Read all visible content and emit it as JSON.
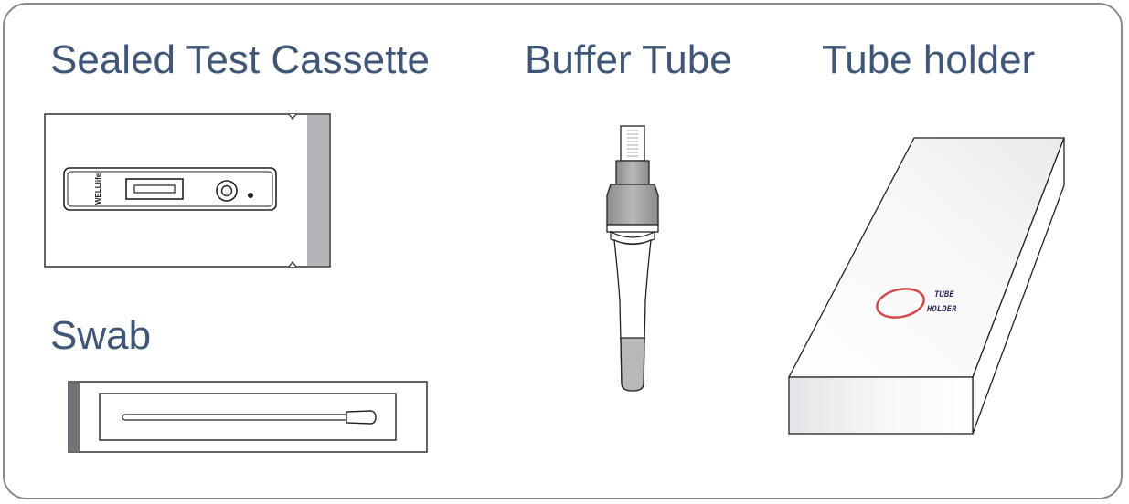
{
  "labels": {
    "cassette": "Sealed Test Cassette",
    "buffer_tube": "Buffer Tube",
    "tube_holder": "Tube holder",
    "swab": "Swab"
  },
  "cassette": {
    "brand_text": "WELLlife"
  },
  "tube_holder": {
    "print_line1": "TUBE",
    "print_line2": "HOLDER"
  },
  "colors": {
    "label_text": "#3f5677",
    "frame_border": "#8a8a8a",
    "gray_strip": "#b3b5b8",
    "dark_strip": "#6f7276",
    "tube_cap": "#9b9b9b",
    "holder_ring": "#cf4a4a",
    "holder_text": "#3a2d66"
  }
}
